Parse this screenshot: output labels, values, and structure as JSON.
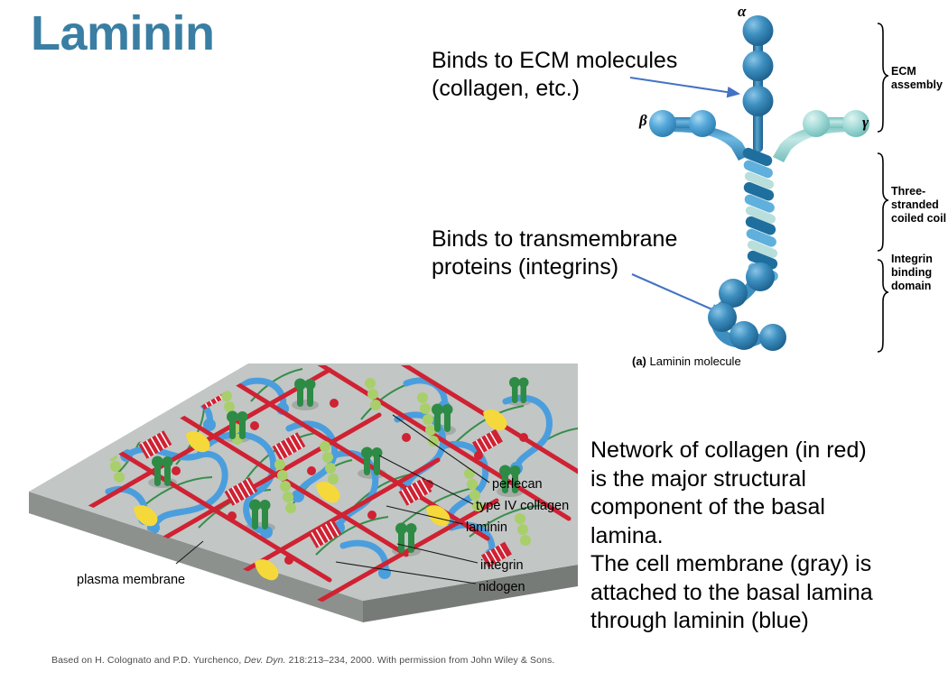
{
  "slide": {
    "title": "Laminin",
    "title_color": "#3a7ea3"
  },
  "callouts": [
    {
      "id": "ecm",
      "text": "Binds to ECM molecules\n(collagen, etc.)"
    },
    {
      "id": "integrin",
      "text": "Binds to transmembrane\nproteins (integrins)"
    }
  ],
  "body_paragraph": "Network of collagen (in red)\nis the major structural\ncomponent of the basal\nlamina.\nThe cell membrane (gray) is\nattached to the basal lamina\nthrough laminin (blue)",
  "molecule": {
    "caption_prefix": "(a)",
    "caption": "Laminin molecule",
    "chains": {
      "alpha": "α",
      "beta": "β",
      "gamma": "γ"
    },
    "bracket_labels": [
      {
        "id": "ecm-assembly",
        "text": "ECM\nassembly"
      },
      {
        "id": "coiled-coil",
        "text": "Three-stranded\ncoiled coil"
      },
      {
        "id": "integrin-binding",
        "text": "Integrin\nbinding\ndomain"
      }
    ],
    "colors": {
      "alpha_chain": "#2e7fb2",
      "beta_chain": "#4aa3d8",
      "gamma_chain": "#a9dcd8",
      "coil_dark": "#1f6f9e",
      "coil_mid": "#5fb0dc",
      "coil_light": "#b8dfdc"
    }
  },
  "lamina": {
    "labels": [
      {
        "id": "perlecan",
        "text": "perlecan"
      },
      {
        "id": "type-iv-collagen",
        "text": "type IV collagen"
      },
      {
        "id": "laminin",
        "text": "laminin"
      },
      {
        "id": "integrin",
        "text": "integrin"
      },
      {
        "id": "nidogen",
        "text": "nidogen"
      },
      {
        "id": "plasma-membrane",
        "text": "plasma membrane"
      }
    ],
    "colors": {
      "membrane_top": "#c2c6c4",
      "membrane_side": "#8d918e",
      "collagen": "#cf2233",
      "laminin": "#4a9ede",
      "integrin": "#2e8b45",
      "perlecan": "#a9cf6a",
      "nidogen": "#f5d93a"
    }
  },
  "credit": {
    "part1": "Based on H. Colognato and P.D. Yurchenco, ",
    "italic": "Dev. Dyn.",
    "part2": " 218:213–234, 2000. With permission from John Wiley & Sons."
  },
  "arrows": {
    "color": "#4472c4"
  }
}
